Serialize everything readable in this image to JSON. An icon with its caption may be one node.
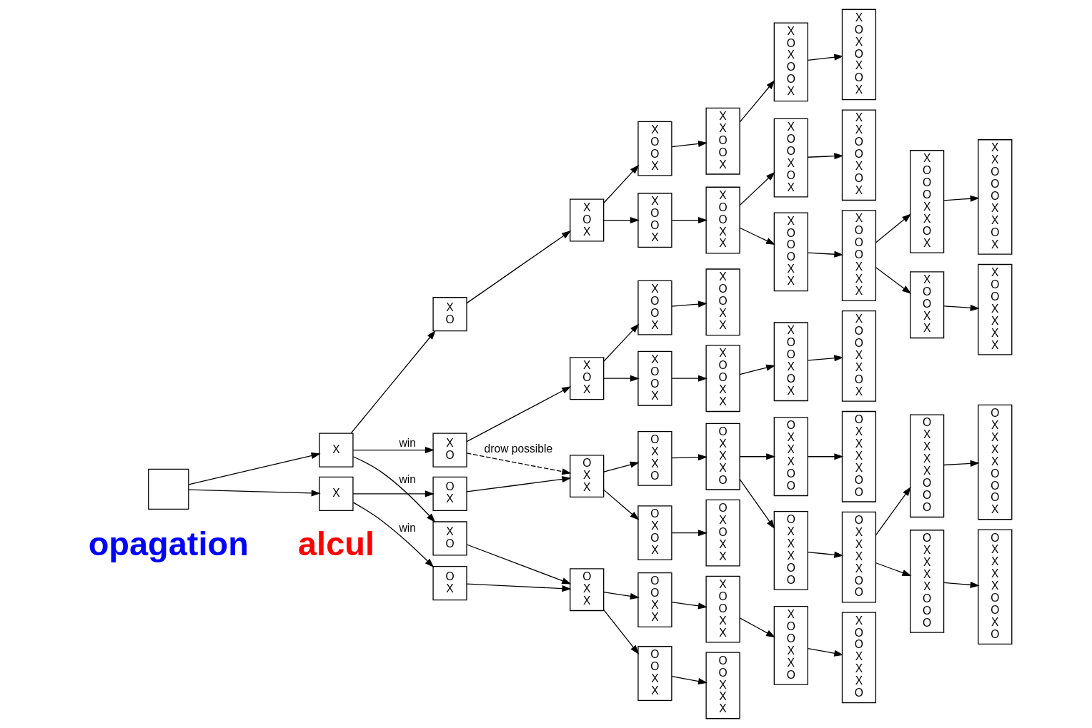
{
  "diagram": {
    "nodes": [
      {
        "text": [],
        "shape": "box"
      },
      {
        "text": [
          "X"
        ]
      },
      {
        "text": [
          "X"
        ]
      },
      {
        "text": [
          "X",
          "O"
        ]
      },
      {
        "text": [
          "X",
          "O"
        ]
      },
      {
        "text": [
          "X",
          "O"
        ]
      },
      {
        "text": [
          "O",
          "X"
        ]
      },
      {
        "text": [
          "O",
          "X"
        ]
      },
      {
        "text": [
          "X",
          "O",
          "X"
        ]
      },
      {
        "text": [
          "X",
          "O",
          "X"
        ]
      },
      {
        "text": [
          "O",
          "X",
          "X"
        ]
      },
      {
        "text": [
          "O",
          "X",
          "X"
        ]
      },
      {
        "text": [
          "X",
          "O",
          "O",
          "X"
        ]
      },
      {
        "text": [
          "X",
          "O",
          "O",
          "X"
        ]
      },
      {
        "text": [
          "X",
          "O",
          "O",
          "X"
        ]
      },
      {
        "text": [
          "X",
          "O",
          "O",
          "X"
        ]
      },
      {
        "text": [
          "O",
          "X",
          "X",
          "O"
        ]
      },
      {
        "text": [
          "O",
          "X",
          "O",
          "X"
        ]
      },
      {
        "text": [
          "O",
          "O",
          "X",
          "X"
        ]
      },
      {
        "text": [
          "O",
          "O",
          "X",
          "X"
        ]
      },
      {
        "text": [
          "X",
          "X",
          "O",
          "O",
          "X"
        ]
      },
      {
        "text": [
          "X",
          "O",
          "O",
          "X",
          "X"
        ]
      },
      {
        "text": [
          "X",
          "O",
          "O",
          "X",
          "X"
        ]
      },
      {
        "text": [
          "X",
          "O",
          "O",
          "X",
          "X"
        ]
      },
      {
        "text": [
          "O",
          "X",
          "X",
          "X",
          "O"
        ]
      },
      {
        "text": [
          "O",
          "X",
          "O",
          "X",
          "X"
        ]
      },
      {
        "text": [
          "X",
          "O",
          "O",
          "X",
          "X"
        ]
      },
      {
        "text": [
          "O",
          "O",
          "X",
          "X",
          "X"
        ]
      },
      {
        "text": [
          "X",
          "O",
          "X",
          "O",
          "O",
          "X"
        ]
      },
      {
        "text": [
          "X",
          "O",
          "O",
          "X",
          "O",
          "X"
        ]
      },
      {
        "text": [
          "X",
          "O",
          "O",
          "O",
          "X",
          "X"
        ]
      },
      {
        "text": [
          "X",
          "O",
          "O",
          "X",
          "O",
          "X"
        ]
      },
      {
        "text": [
          "O",
          "X",
          "X",
          "X",
          "O",
          "O"
        ]
      },
      {
        "text": [
          "O",
          "X",
          "X",
          "X",
          "O",
          "O"
        ]
      },
      {
        "text": [
          "X",
          "O",
          "O",
          "X",
          "X",
          "O"
        ]
      },
      {
        "text": [
          "X",
          "O",
          "X",
          "O",
          "X",
          "O",
          "X"
        ]
      },
      {
        "text": [
          "X",
          "X",
          "O",
          "O",
          "X",
          "O",
          "X"
        ]
      },
      {
        "text": [
          "X",
          "O",
          "O",
          "O",
          "X",
          "X",
          "X"
        ]
      },
      {
        "text": [
          "X",
          "O",
          "O",
          "X",
          "X",
          "O",
          "X"
        ]
      },
      {
        "text": [
          "O",
          "X",
          "X",
          "X",
          "X",
          "O",
          "O"
        ]
      },
      {
        "text": [
          "O",
          "X",
          "X",
          "X",
          "X",
          "O",
          "O"
        ]
      },
      {
        "text": [
          "X",
          "O",
          "O",
          "X",
          "X",
          "X",
          "O"
        ]
      },
      {
        "text": [
          "X",
          "O",
          "O",
          "O",
          "X",
          "X",
          "O",
          "X"
        ]
      },
      {
        "text": [
          "X",
          "O",
          "O",
          "X",
          "X"
        ]
      },
      {
        "text": [
          "O",
          "X",
          "X",
          "X",
          "X",
          "O",
          "O",
          "O"
        ]
      },
      {
        "text": [
          "O",
          "X",
          "X",
          "X",
          "X",
          "O",
          "O",
          "O"
        ]
      },
      {
        "text": [
          "X",
          "X",
          "O",
          "O",
          "O",
          "X",
          "X",
          "O",
          "X"
        ]
      },
      {
        "text": [
          "X",
          "O",
          "O",
          "X",
          "X",
          "X",
          "X"
        ]
      },
      {
        "text": [
          "O",
          "X",
          "X",
          "X",
          "X",
          "O",
          "O",
          "O",
          "X"
        ]
      },
      {
        "text": [
          "O",
          "X",
          "X",
          "X",
          "X",
          "O",
          "O",
          "X",
          "O"
        ]
      }
    ],
    "edges": [
      {
        "from": 0,
        "to": 1,
        "arrow": "to"
      },
      {
        "from": 0,
        "to": 2,
        "arrow": "to"
      },
      {
        "from": 1,
        "to": 3,
        "arrow": "to"
      },
      {
        "from": 1,
        "to": 4,
        "arrow": "to",
        "label": "win"
      },
      {
        "from": 1,
        "to": 5,
        "arrow": "to",
        "label": "win"
      },
      {
        "from": 2,
        "to": 6,
        "arrow": "to"
      },
      {
        "from": 2,
        "to": 7,
        "arrow": "to",
        "label": "win"
      },
      {
        "from": 3,
        "to": 8,
        "arrow": "to"
      },
      {
        "from": 4,
        "to": 9,
        "arrow": "to"
      },
      {
        "from": 4,
        "to": 10,
        "arrow": "to",
        "label": "drow possible",
        "style": "dashed"
      },
      {
        "from": 5,
        "to": 11,
        "arrow": "to"
      },
      {
        "from": 6,
        "to": 10,
        "arrow": "to"
      },
      {
        "from": 7,
        "to": 11,
        "arrow": "to"
      },
      {
        "from": 8,
        "to": 12,
        "arrow": "to"
      },
      {
        "from": 8,
        "to": 13,
        "arrow": "to"
      },
      {
        "from": 9,
        "to": 14,
        "arrow": "to"
      },
      {
        "from": 9,
        "to": 15,
        "arrow": "to"
      },
      {
        "from": 10,
        "to": 16,
        "arrow": "to"
      },
      {
        "from": 10,
        "to": 17,
        "arrow": "to"
      },
      {
        "from": 11,
        "to": 18,
        "arrow": "to"
      },
      {
        "from": 11,
        "to": 19,
        "arrow": "to"
      },
      {
        "from": 12,
        "to": 20,
        "arrow": "to"
      },
      {
        "from": 13,
        "to": 21,
        "arrow": "to"
      },
      {
        "from": 14,
        "to": 22,
        "arrow": "to"
      },
      {
        "from": 15,
        "to": 23,
        "arrow": "to"
      },
      {
        "from": 16,
        "to": 24,
        "arrow": "to"
      },
      {
        "from": 17,
        "to": 25,
        "arrow": "to"
      },
      {
        "from": 18,
        "to": 26,
        "arrow": "to"
      },
      {
        "from": 19,
        "to": 27,
        "arrow": "to"
      },
      {
        "from": 20,
        "to": 28,
        "arrow": "to"
      },
      {
        "from": 21,
        "to": 29,
        "arrow": "to"
      },
      {
        "from": 21,
        "to": 30,
        "arrow": "to"
      },
      {
        "from": 23,
        "to": 31,
        "arrow": "to"
      },
      {
        "from": 24,
        "to": 32,
        "arrow": "to"
      },
      {
        "from": 24,
        "to": 33,
        "arrow": "to"
      },
      {
        "from": 26,
        "to": 34,
        "arrow": "to"
      },
      {
        "from": 28,
        "to": 35,
        "arrow": "to"
      },
      {
        "from": 29,
        "to": 36,
        "arrow": "to"
      },
      {
        "from": 30,
        "to": 37,
        "arrow": "to"
      },
      {
        "from": 31,
        "to": 38,
        "arrow": "to"
      },
      {
        "from": 32,
        "to": 39,
        "arrow": "to"
      },
      {
        "from": 33,
        "to": 40,
        "arrow": "to"
      },
      {
        "from": 34,
        "to": 41,
        "arrow": "to"
      },
      {
        "from": 37,
        "to": 42,
        "arrow": "to"
      },
      {
        "from": 37,
        "to": 43,
        "arrow": "to"
      },
      {
        "from": 40,
        "to": 44,
        "arrow": "to"
      },
      {
        "from": 40,
        "to": 45,
        "arrow": "to"
      },
      {
        "from": 42,
        "to": 46,
        "arrow": "to"
      },
      {
        "from": 43,
        "to": 47,
        "arrow": "to"
      },
      {
        "from": 44,
        "to": 48,
        "arrow": "to"
      },
      {
        "from": 45,
        "to": 49,
        "arrow": "to"
      }
    ],
    "labels": [
      "opagation",
      "alcul"
    ]
  }
}
